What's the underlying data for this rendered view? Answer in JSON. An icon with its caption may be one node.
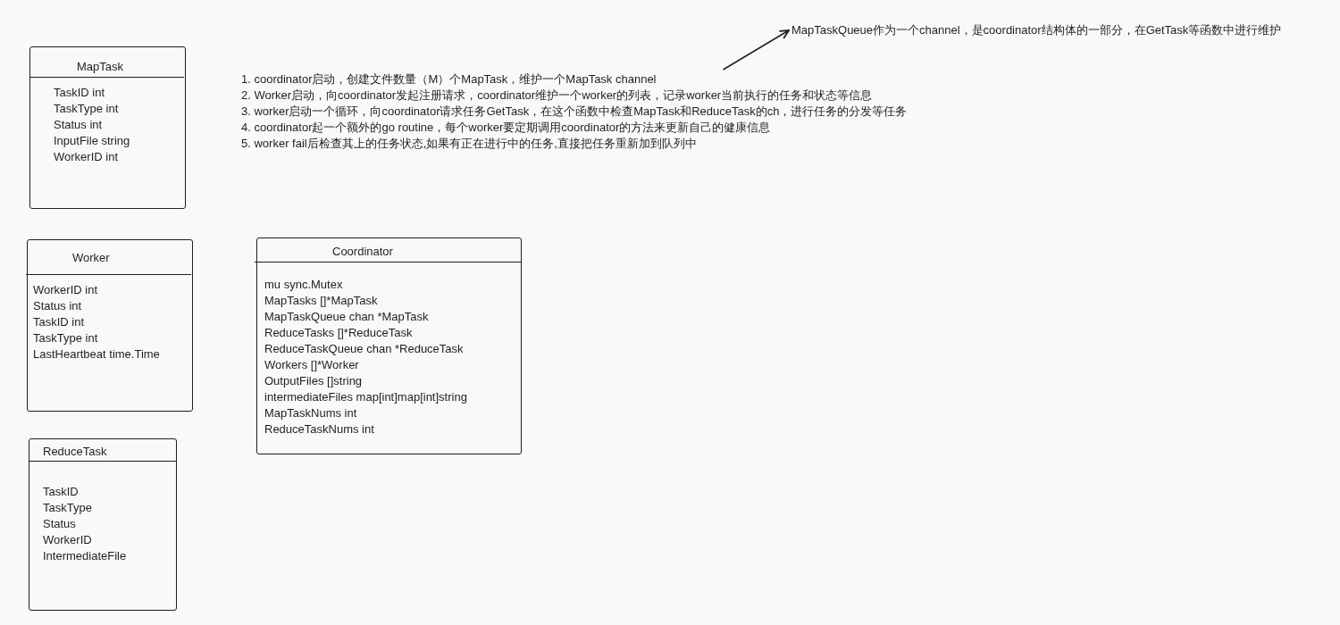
{
  "diagram": {
    "nodes": [
      {
        "text": [
          "MapTaskQueue作为一个channel，是coordinator结构体的一部分，在GetTask等函数中进行维护"
        ]
      },
      {
        "text": [
          "MapTask",
          "TaskID int",
          "TaskType int",
          "Status int",
          "InputFile string",
          "WorkerID int"
        ]
      },
      {
        "text": [
          "1. coordinator启动，创建文件数量（M）个MapTask，维护一个MapTask channel",
          "2. Worker启动，向coordinator发起注册请求，coordinator维护一个worker的列表，记录worker当前执行的任务和状态等信息",
          "3. worker启动一个循环，向coordinator请求任务GetTask，在这个函数中检查MapTask和ReduceTask的ch，进行任务的分发等任务",
          "4. coordinator起一个额外的go routine，每个worker要定期调用coordinator的方法来更新自己的健康信息",
          "5. worker fail后检查其上的任务状态,如果有正在进行中的任务,直接把任务重新加到队列中"
        ]
      },
      {
        "text": [
          "Worker",
          "WorkerID int",
          "Status int",
          "TaskID int",
          "TaskType int",
          "LastHeartbeat time.Time"
        ]
      },
      {
        "text": [
          "Coordinator",
          "mu sync.Mutex",
          "MapTasks []*MapTask",
          "MapTaskQueue chan *MapTask",
          "ReduceTasks []*ReduceTask",
          "ReduceTaskQueue chan *ReduceTask",
          "Workers []*Worker",
          "OutputFiles []string",
          "intermediateFiles map[int]map[int]string",
          "MapTaskNums int",
          "ReduceTaskNums  int"
        ]
      },
      {
        "text": [
          "ReduceTask",
          "TaskID",
          "TaskType",
          "Status",
          "WorkerID",
          "IntermediateFile"
        ]
      }
    ],
    "edges": [
      {
        "from": 2,
        "to": 0,
        "arrow": "to"
      }
    ]
  }
}
